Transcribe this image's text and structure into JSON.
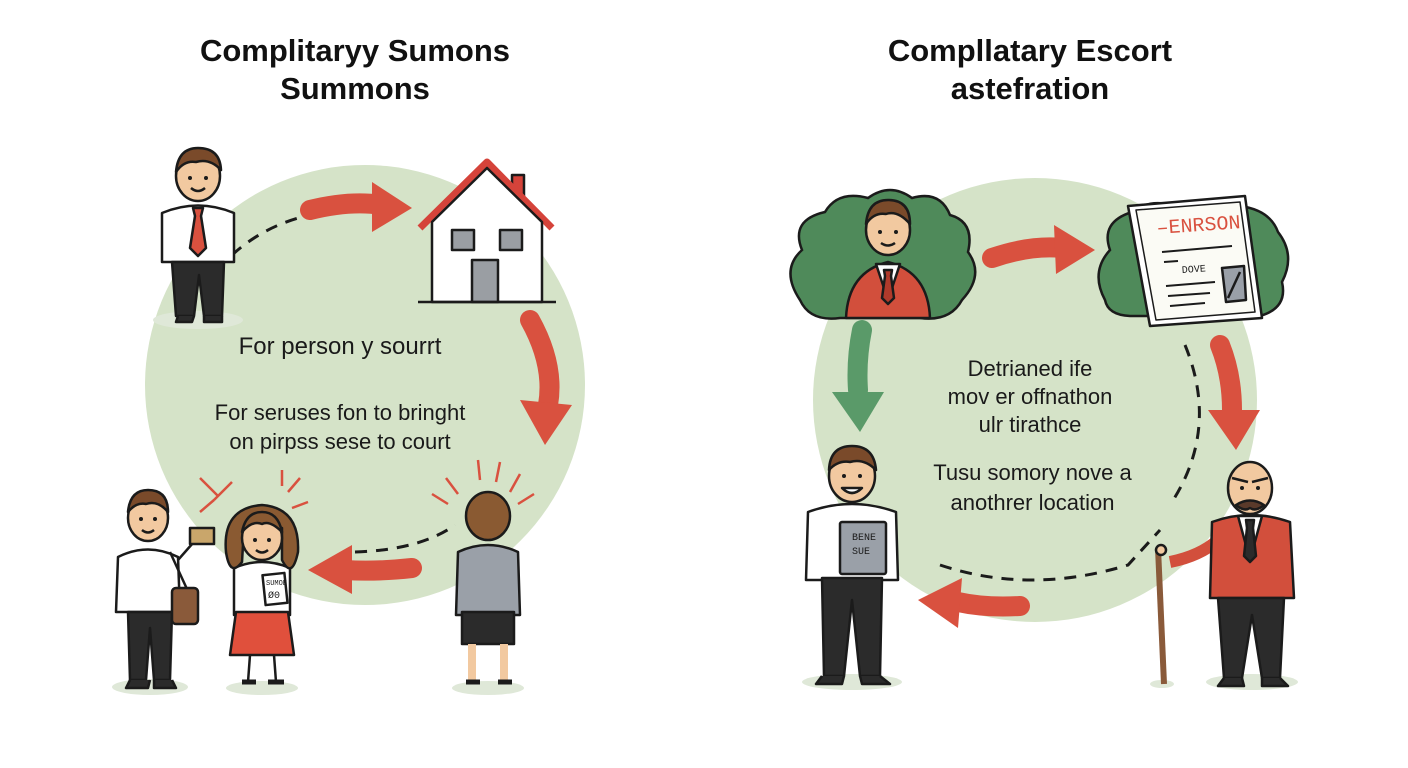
{
  "left_panel": {
    "title_line1": "Complitaryy Sumons",
    "title_line2": "Summons",
    "caption1": "For person y sourrt",
    "caption2_line1": "For  seruses fon to bringht",
    "caption2_line2": "on pirpss sese to court",
    "paper_text_line1": "SUMOE",
    "paper_text_line2": "Ø0"
  },
  "right_panel": {
    "title_line1": "Compllatary Escort",
    "title_line2": "astefration",
    "document_heading": "–ENRSON",
    "document_subtext": "DOVE",
    "book_line1": "BENE",
    "book_line2": "SUE",
    "caption1_line1": "Detrianed ife",
    "caption1_line2": "mov er offnathon",
    "caption1_line3": "ulr tirathce",
    "caption2_line1": "Tusu somory nove a",
    "caption2_line2": "anothrer location"
  },
  "colors": {
    "circle_fill": "#d5e3c8",
    "arrow_red": "#d9513f",
    "arrow_green": "#5a9a69",
    "bush_green": "#4f8a5a",
    "house_roof": "#d5433a",
    "suit_red": "#d24f3c",
    "outline": "#1b1b1b"
  }
}
